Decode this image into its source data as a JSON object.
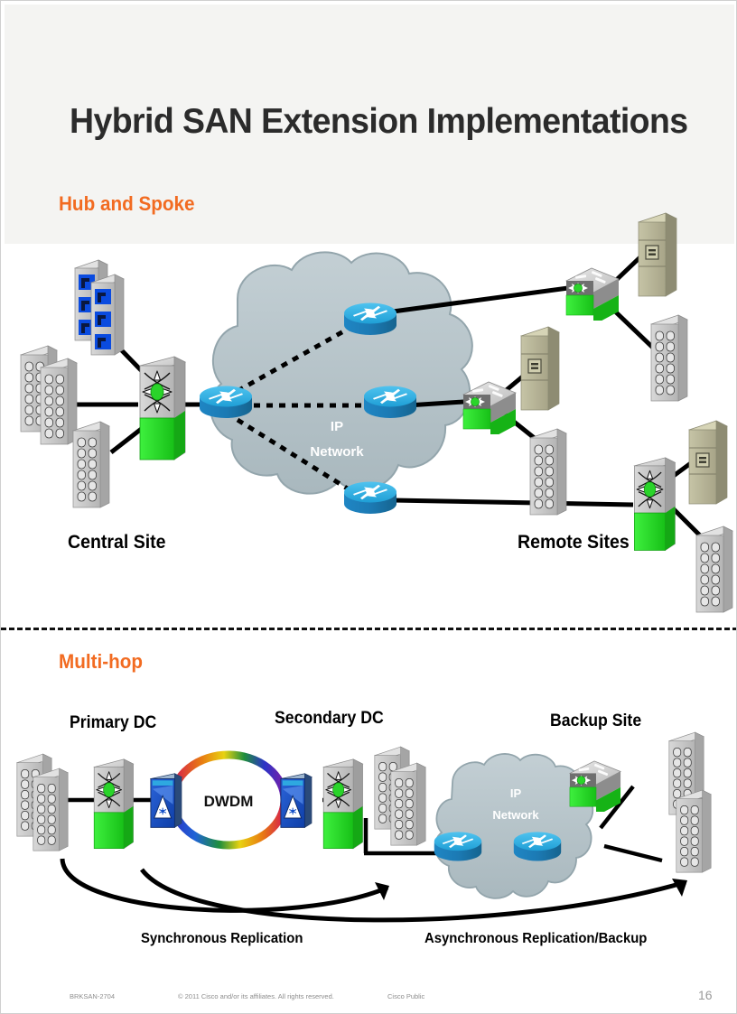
{
  "slide": {
    "title": "Hybrid SAN Extension Implementations",
    "page_number": "16"
  },
  "sections": [
    {
      "id": "hub-and-spoke",
      "label": "Hub and Spoke"
    },
    {
      "id": "multi-hop",
      "label": "Multi-hop"
    }
  ],
  "hub_and_spoke": {
    "label": "Hub and Spoke",
    "central_site_label": "Central Site",
    "remote_sites_label": "Remote Sites",
    "cloud_label_line1": "IP",
    "cloud_label_line2": "Network",
    "cloud_color": "#b9c6cb",
    "router_color": "#1e8fc6",
    "switch_green": "#22d422",
    "link_color": "#000000",
    "devices": {
      "central_switch": "director-switch-icon",
      "central_servers": "server-rack-icon",
      "central_storage": "storage-array-icon",
      "remote_switches": "fabric-switch-icon",
      "remote_tape": "tape-library-icon",
      "remote_storage": "storage-array-icon"
    },
    "routers": [
      {
        "name": "edge-router-west"
      },
      {
        "name": "core-router-north"
      },
      {
        "name": "core-router-center"
      },
      {
        "name": "core-router-south"
      }
    ],
    "remote_sites": [
      {
        "name": "remote-site-top"
      },
      {
        "name": "remote-site-middle"
      },
      {
        "name": "remote-site-bottom"
      }
    ]
  },
  "multi_hop": {
    "label": "Multi-hop",
    "primary_dc_label": "Primary DC",
    "secondary_dc_label": "Secondary DC",
    "backup_site_label": "Backup Site",
    "dwdm_label": "DWDM",
    "cloud_label_line1": "IP",
    "cloud_label_line2": "Network",
    "sync_replication_label": "Synchronous Replication",
    "async_replication_label": "Asynchronous Replication/Backup",
    "dwdm_ring_colors": [
      "#2b34c6",
      "#1f8f3b",
      "#e8d211",
      "#e87c12",
      "#d61b4e",
      "#7a1fa8"
    ],
    "optical_node_color": "#1450c8"
  },
  "footer": {
    "session_code": "BRKSAN-2704",
    "copyright": "© 2011 Cisco and/or its affiliates. All rights reserved.",
    "classification": "Cisco Public",
    "page": "16"
  },
  "colors": {
    "title": "#2b2b2b",
    "accent_orange": "#f26b21",
    "header_band": "#f4f4f2",
    "green": "#22d422",
    "router_blue": "#1e8fc6",
    "cloud_gray": "#b9c6cb",
    "tape_olive": "#b6b495",
    "device_gray": "#c9c9c9"
  }
}
